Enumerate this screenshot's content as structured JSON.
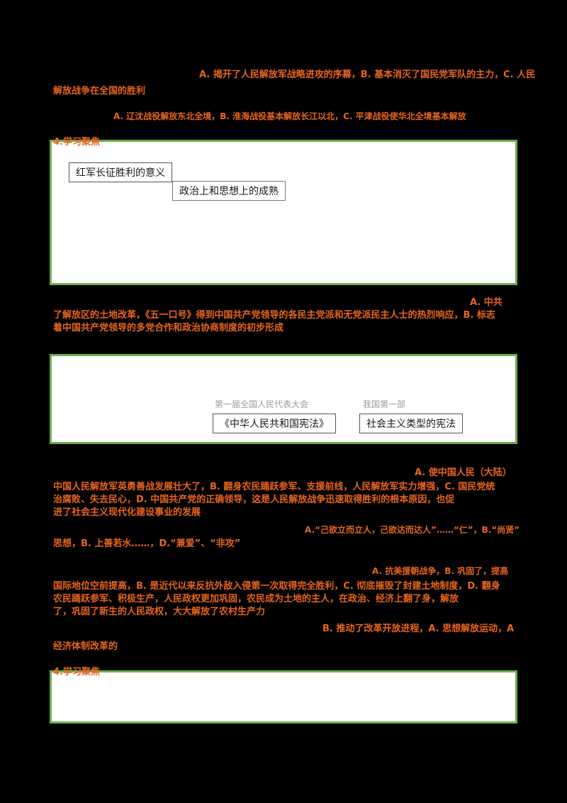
{
  "colors": {
    "page_bg": "#000000",
    "answer_orange": "#e8651f",
    "box_border_green": "#6fae4b",
    "box_bg": "#ffffff",
    "label_ink": "#1a1a1a",
    "hint_grey": "#9b9b9b"
  },
  "content": {
    "line1": "A. 揭开了人民解放军战略进攻的序幕，B. 基本消灭了国民党军队的主力，C. 人民",
    "line2": "解放战争在全国的胜利",
    "line3": "A. 辽沈战役解放东北全境，B. 淮海战役基本解放长江以北，C. 平津战役使华北全境基本解放",
    "focus1": "4.学习聚焦",
    "box1_label1": "红军长征胜利的意义",
    "box1_label2": "政治上和思想上的成熟",
    "p2_lead": "A. 中共",
    "p2_l1": "了解放区的土地改革，《五一口号》得到中国共产党领导的各民主党派和无党派民主人士的热烈响应，B. 标志",
    "p2_l2": "着中国共产党领导的多党合作和政治协商制度的初步形成",
    "box2_hint1": "第一届全国人民代表大会",
    "box2_hint2": "我国第一部",
    "box2_label1": "《中华人民共和国宪法》",
    "box2_label2": "社会主义类型的宪法",
    "p3_lead": "A. 使中国人民（大陆）",
    "p3_l1": "中国人民解放军英勇善战发展壮大了，B. 翻身农民踊跃参军、支援前线，人民解放军实力增强，C. 国民党统",
    "p3_l2": "治腐败、失去民心，D. 中国共产党的正确领导，这是人民解放战争迅速取得胜利的根本原因，也促",
    "p3_l3": "进了社会主义现代化建设事业的发展",
    "p4_l1": "A.“己欲立而立人，己欲达而达人”……“仁”，B.“尚贤”",
    "p4_l2": "思想，B. 上善若水……，D.“兼爱”、“非攻”",
    "p5_lead": "A. 抗美援朝战争，B. 巩固了，提高",
    "p5_l1": "国际地位空前提高，B. 是近代以来反抗外敌入侵第一次取得完全胜利，C. 彻底摧毁了封建土地制度，D. 翻身",
    "p5_l2": "农民踊跃参军、积极生产，人民政权更加巩固，农民成为土地的主人，在政治、经济上翻了身，解放",
    "p5_l3": "了，巩固了新生的人民政权，大大解放了农村生产力",
    "p6_l1": "B. 推动了改革开放进程，A. 思想解放运动，A",
    "p6_l2": "经济体制改革的",
    "focus3": "4.学习聚焦"
  }
}
